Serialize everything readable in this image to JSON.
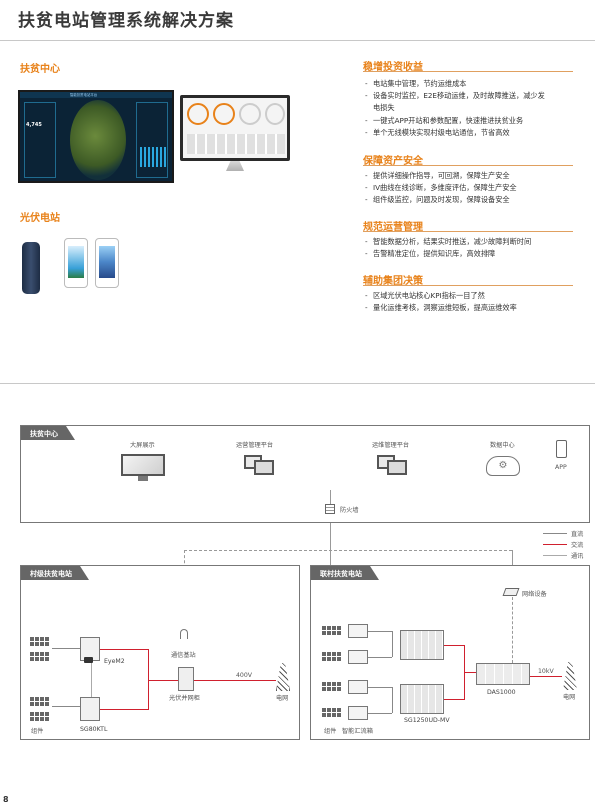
{
  "header": {
    "title": "扶贫电站管理系统解决方案"
  },
  "left": {
    "center_label": "扶贫中心",
    "pv_label": "光伏电站",
    "dashboard_title": "智能扶贫电站平台"
  },
  "right_sections": [
    {
      "heading": "稳增投资收益",
      "items": [
        "电站集中管理，节约运维成本",
        "设备实时监控，E2E移动运维，及时故障推送，减少发",
        "电损失",
        "一键式APP开站和参数配置，快速推进扶贫业务",
        "单个无线模块实现村级电站通信，节省高效"
      ]
    },
    {
      "heading": "保障资产安全",
      "items": [
        "提供详细操作指导，可回溯，保障生产安全",
        "IV曲线在线诊断，多维度评估，保障生产安全",
        "组件级监控，问题及时发现，保障设备安全"
      ]
    },
    {
      "heading": "规范运营管理",
      "items": [
        "智能数据分析，结果实时推送，减少故障判断时间",
        "告警精准定位，提供知识库，高效排障"
      ]
    },
    {
      "heading": "辅助集团决策",
      "items": [
        "区域光伏电站核心KPI指标一目了然",
        "量化运维考核，洞察运维短板，提高运维效率"
      ]
    }
  ],
  "diagram": {
    "top_box": "扶贫中心",
    "devices": [
      "大屏展示",
      "运营管理平台",
      "运维管理平台",
      "数据中心"
    ],
    "app": "APP",
    "firewall": "防火墙",
    "legend": [
      "直流",
      "交流",
      "通讯"
    ],
    "village": {
      "title": "村级扶贫电站",
      "eyem": "EyeM2",
      "base_station": "通信基站",
      "cabinet": "光伏并网柜",
      "voltage": "400V",
      "grid": "电网",
      "modules": "组件",
      "inverter": "SG80KTL"
    },
    "joint": {
      "title": "联村扶贫电站",
      "network": "网络设备",
      "voltage": "10kV",
      "das": "DAS1000",
      "grid": "电网",
      "modules": "组件",
      "combiner": "智能汇流箱",
      "inverter": "SG1250UD-MV"
    }
  },
  "page_number": "8",
  "colors": {
    "accent": "#e8821a",
    "dc": "#888888",
    "ac": "#d0202e",
    "comm": "#9a9a9a"
  }
}
